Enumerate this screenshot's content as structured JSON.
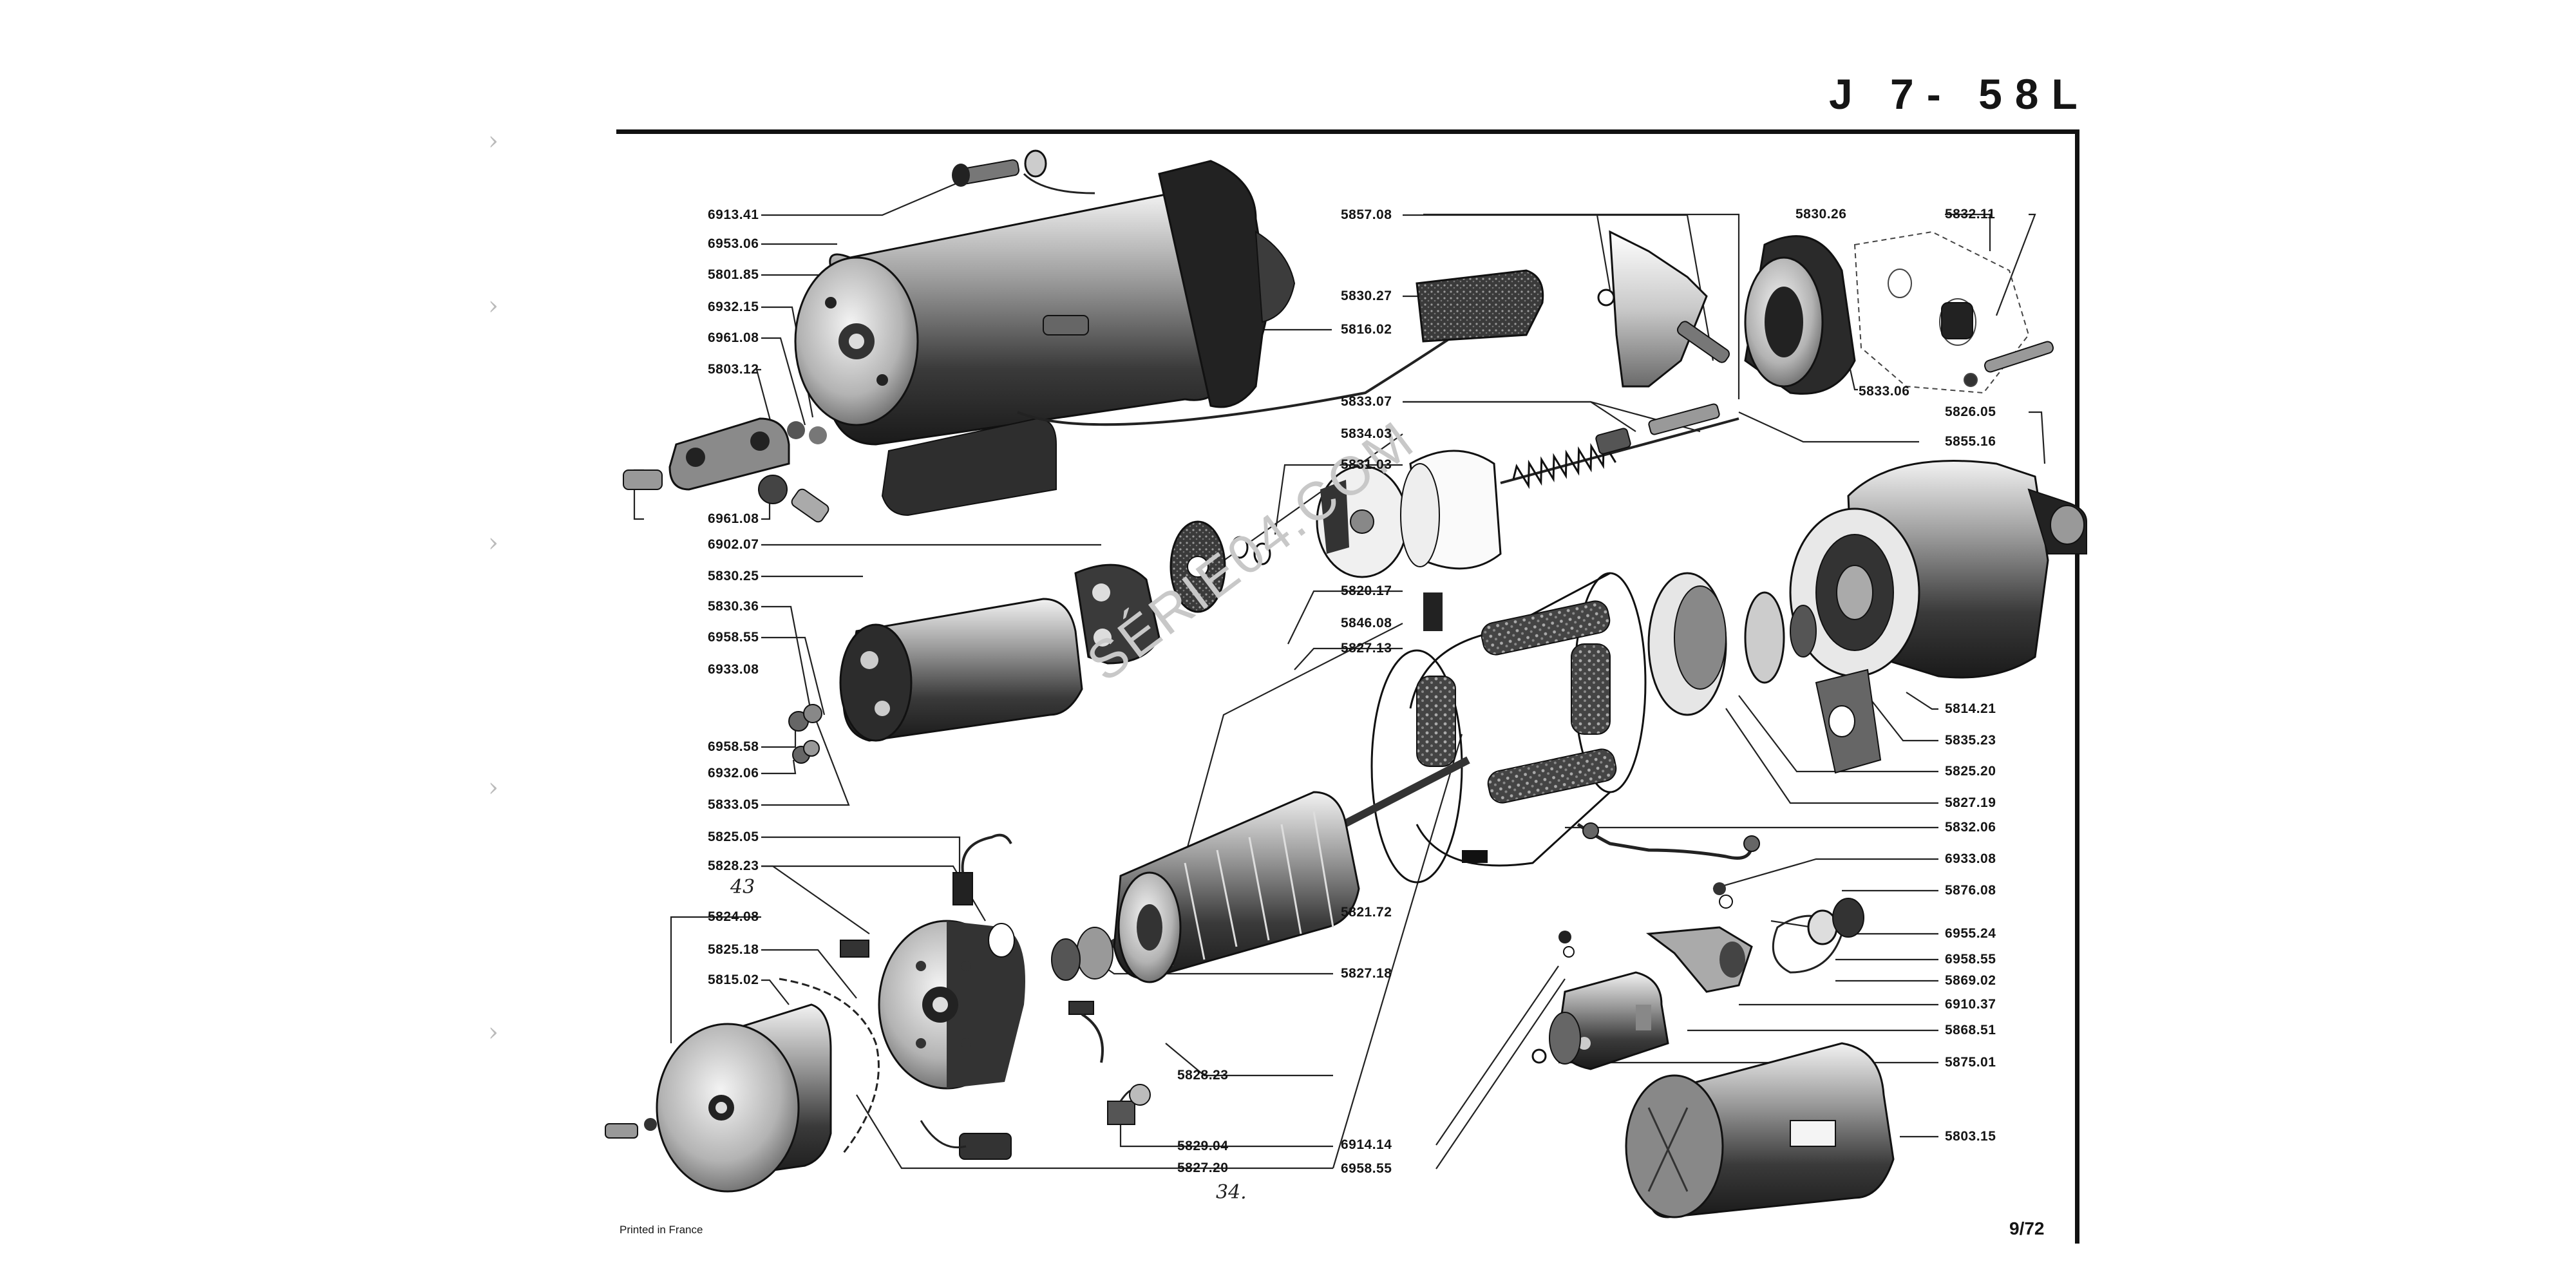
{
  "header": {
    "code": "J 7- 58L"
  },
  "footer": {
    "printed": "Printed in France",
    "page": "9/72"
  },
  "watermark": "SÉRIE04.COM",
  "handwritten": {
    "a": "43",
    "b": "34."
  },
  "callouts": {
    "left": [
      "6913.41",
      "6953.06",
      "5801.85",
      "6932.15",
      "6961.08",
      "5803.12",
      "6961.08",
      "6902.07",
      "5830.25",
      "5830.36",
      "6958.55",
      "6933.08",
      "6958.58",
      "6932.06",
      "5833.05",
      "5825.05",
      "5828.23",
      "5824.08",
      "5825.18",
      "5815.02"
    ],
    "center": [
      "5857.08",
      "5830.27",
      "5816.02",
      "5830.26",
      "5832.11",
      "5833.06",
      "5833.07",
      "5834.03",
      "5831.03",
      "5820.17",
      "5846.08",
      "5827.13",
      "5821.72",
      "5827.18",
      "5828.23",
      "5829.04",
      "5827.20",
      "6914.14",
      "6958.55"
    ],
    "right": [
      "5855.16",
      "5826.05",
      "5814.21",
      "5835.23",
      "5825.20",
      "5827.19",
      "5832.06",
      "6933.08",
      "5876.08",
      "6955.24",
      "6958.55",
      "5869.02",
      "6910.37",
      "5868.51",
      "5875.01",
      "5803.15"
    ]
  }
}
